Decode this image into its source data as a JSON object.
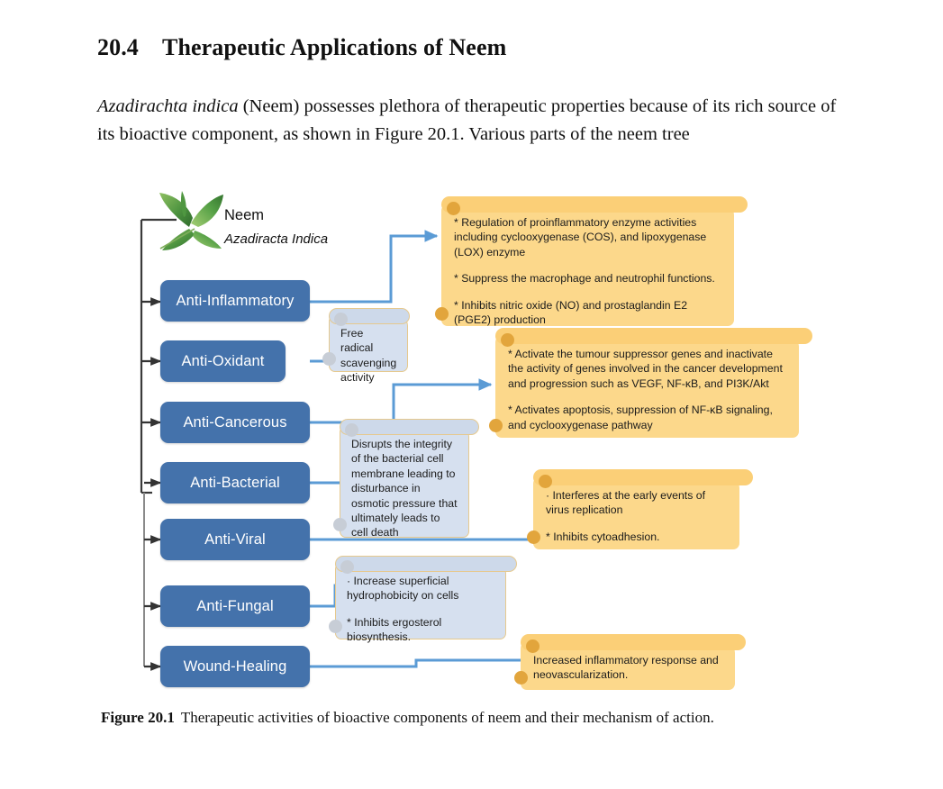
{
  "document": {
    "section_number": "20.4",
    "section_title": "Therapeutic Applications of Neem",
    "paragraph_italic": "Azadirachta indica",
    "paragraph_rest": " (Neem) possesses plethora of therapeutic properties because of its rich source of its bioactive component, as shown in Figure 20.1. Various parts of the neem tree",
    "figure_caption_label": "Figure 20.1",
    "figure_caption_text": "Therapeutic activities of bioactive components of neem and their mechanism of action."
  },
  "figure": {
    "root": {
      "name": "Neem",
      "scientific_name": "Azadiracta Indica",
      "icon": "neem-leaf-icon"
    },
    "colors": {
      "category_node": "#4472ab",
      "category_text": "#ffffff",
      "info_card": "#fcd88b",
      "info_card_tab": "#fbcf77",
      "info_card_pin": "#e2a53c",
      "note_card": "#d6e0ef",
      "note_card_border": "#e6c98e",
      "connector": "#5b9bd5",
      "spine": "#404040"
    },
    "categories": [
      {
        "id": "anti-inflammatory",
        "label": "Anti-Inflammatory"
      },
      {
        "id": "anti-oxidant",
        "label": "Anti-Oxidant"
      },
      {
        "id": "anti-cancerous",
        "label": "Anti-Cancerous"
      },
      {
        "id": "anti-bacterial",
        "label": "Anti-Bacterial"
      },
      {
        "id": "anti-viral",
        "label": "Anti-Viral"
      },
      {
        "id": "anti-fungal",
        "label": "Anti-Fungal"
      },
      {
        "id": "wound-healing",
        "label": "Wound-Healing"
      }
    ],
    "cards": {
      "anti_inflammatory": {
        "lines": [
          "* Regulation of proinflammatory enzyme activities including cyclooxygenase (COS), and lipoxygenase (LOX) enzyme",
          "* Suppress the macrophage and neutrophil functions.",
          "* Inhibits nitric oxide (NO) and prostaglandin E2 (PGE2) production"
        ]
      },
      "anti_oxidant": {
        "lines": [
          "Free radical scavenging activity"
        ]
      },
      "anti_cancerous": {
        "lines": [
          "* Activate the tumour suppressor genes and inactivate the activity of genes involved in the cancer development and progression such as VEGF, NF-κB, and PI3K/Akt",
          "* Activates apoptosis, suppression of NF-κB signaling, and cyclooxygenase pathway"
        ]
      },
      "anti_bacterial": {
        "lines": [
          "Disrupts the integrity of the bacterial cell membrane leading to disturbance in osmotic pressure that ultimately leads to cell death"
        ]
      },
      "anti_viral": {
        "lines": [
          "· Interferes at the early events of virus replication",
          "* Inhibits cytoadhesion."
        ]
      },
      "anti_fungal": {
        "lines": [
          "· Increase superficial hydrophobicity on cells",
          "* Inhibits ergosterol biosynthesis."
        ]
      },
      "wound_healing": {
        "lines": [
          "Increased inflammatory response and neovascularization."
        ]
      }
    }
  }
}
